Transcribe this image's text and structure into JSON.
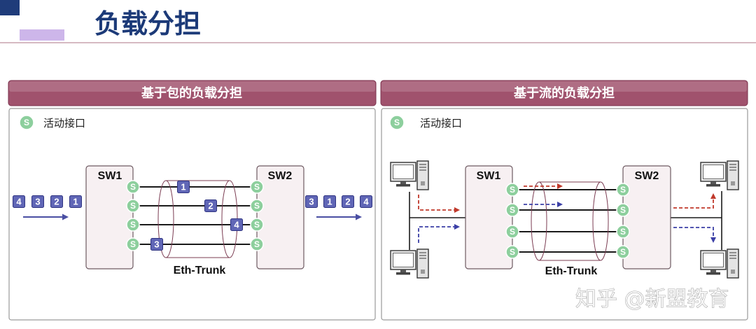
{
  "slide": {
    "title": "负载分担",
    "watermark": "知乎 @新盟教育"
  },
  "colors": {
    "title": "#1c3a78",
    "header": "#a0526d",
    "active_interface": "#8dcf9d",
    "packet": "#6066b6",
    "traffic_arrow": "#4a4fa3"
  },
  "panels": [
    {
      "header": "基于包的负载分担",
      "legend": {
        "icon": "active-interface-icon",
        "badge": "S",
        "label": "活动接口"
      },
      "switch_left": "SW1",
      "switch_right": "SW2",
      "trunk_label": "Eth-Trunk",
      "input_packets": [
        "4",
        "3",
        "2",
        "1"
      ],
      "link_packets": [
        "1",
        "2",
        "4",
        "3"
      ],
      "output_packets": [
        "3",
        "1",
        "2",
        "4"
      ]
    },
    {
      "header": "基于流的负载分担",
      "legend": {
        "icon": "active-interface-icon",
        "badge": "S",
        "label": "活动接口"
      },
      "switch_left": "SW1",
      "switch_right": "SW2",
      "trunk_label": "Eth-Trunk",
      "host_icon": "computer-icon",
      "flows": [
        {
          "color": "#c0392b"
        },
        {
          "color": "#3b3fa6"
        }
      ]
    }
  ]
}
